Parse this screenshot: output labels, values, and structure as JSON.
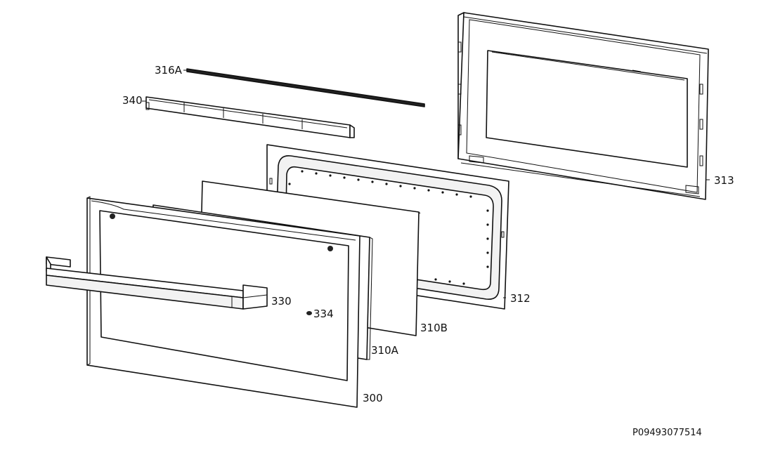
{
  "diagram": {
    "labels": {
      "part_316A": "316A",
      "part_340": "340",
      "part_313": "313",
      "part_312": "312",
      "part_330": "330",
      "part_334": "334",
      "part_310B": "310B",
      "part_310A": "310A",
      "part_300": "300"
    },
    "reference_code": "P09493077514"
  }
}
